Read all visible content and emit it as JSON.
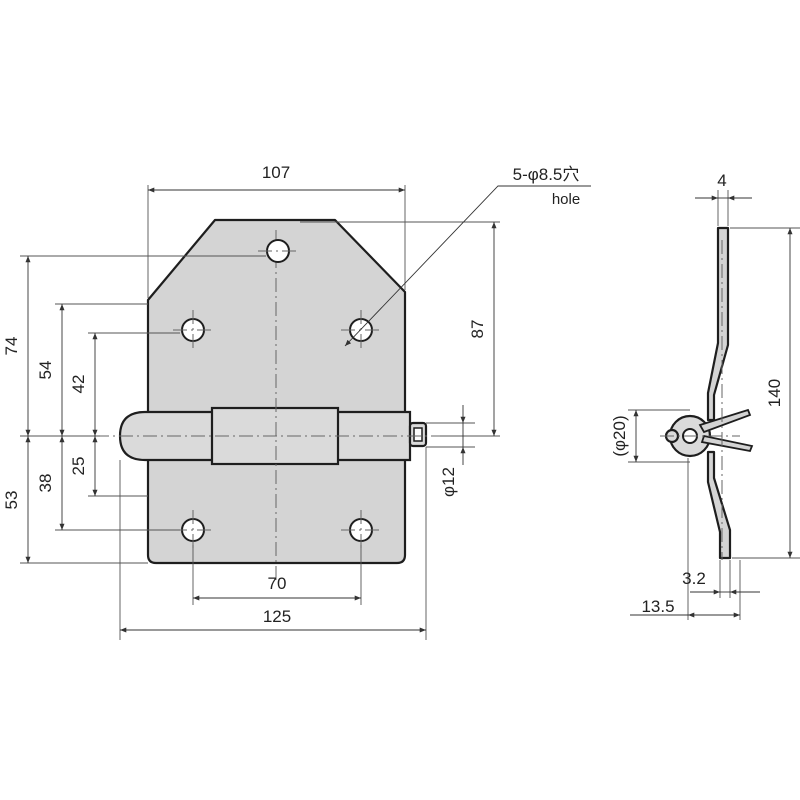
{
  "front_view": {
    "dim_top_width": "107",
    "dim_hole_callout": "5-φ8.5穴",
    "dim_hole_callout_en": "hole",
    "dim_height_top_outer": "74",
    "dim_height_top_mid": "54",
    "dim_height_top_inner": "42",
    "dim_height_bottom_outer": "53",
    "dim_height_bottom_mid": "38",
    "dim_height_bottom_inner": "25",
    "dim_right_height": "87",
    "dim_pin_dia": "φ12",
    "dim_hole_spacing": "70",
    "dim_total_width": "125"
  },
  "side_view": {
    "dim_thickness": "4",
    "dim_total_height": "140",
    "dim_pin_dia": "(φ20)",
    "dim_offset": "3.2",
    "dim_depth": "13.5"
  }
}
